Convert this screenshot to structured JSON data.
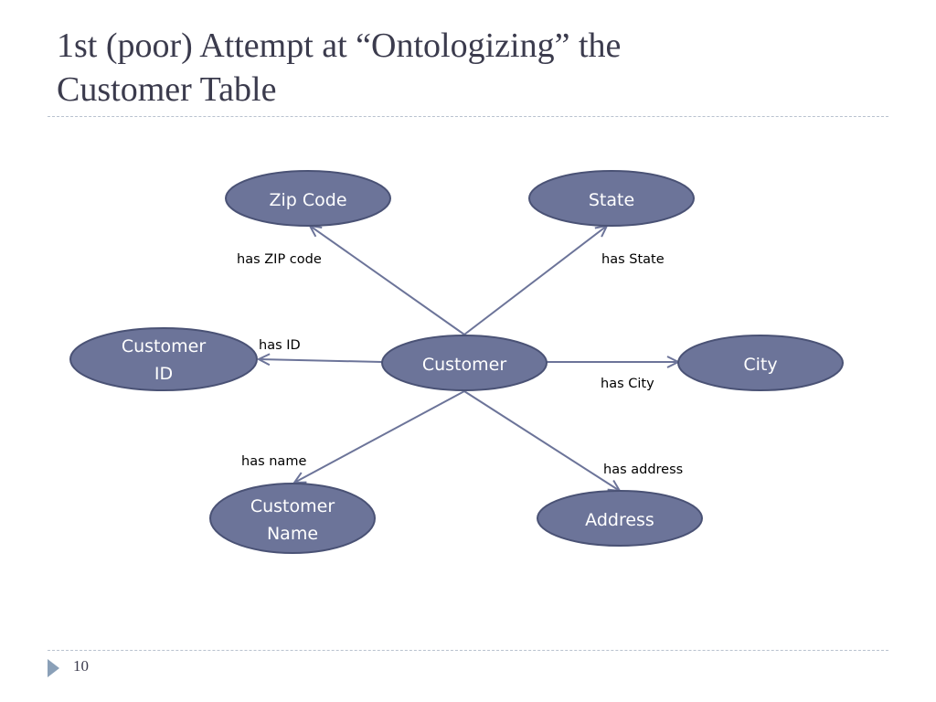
{
  "slide": {
    "title_line1": "1st (poor) Attempt at “Ontologizing” the",
    "title_line2": "Customer Table",
    "page_number": "10"
  },
  "diagram": {
    "colors": {
      "node_fill": "#6c7499",
      "node_stroke": "#4a5275",
      "edge": "#6c7499"
    },
    "nodes": {
      "zip": {
        "lines": [
          "Zip Code"
        ]
      },
      "state": {
        "lines": [
          "State"
        ]
      },
      "custid": {
        "lines": [
          "Customer",
          "ID"
        ]
      },
      "customer": {
        "lines": [
          "Customer"
        ]
      },
      "city": {
        "lines": [
          "City"
        ]
      },
      "name": {
        "lines": [
          "Customer",
          "Name"
        ]
      },
      "address": {
        "lines": [
          "Address"
        ]
      }
    },
    "edges": {
      "zip": "has ZIP code",
      "state": "has State",
      "custid": "has ID",
      "city": "has City",
      "name": "has name",
      "address": "has address"
    }
  }
}
